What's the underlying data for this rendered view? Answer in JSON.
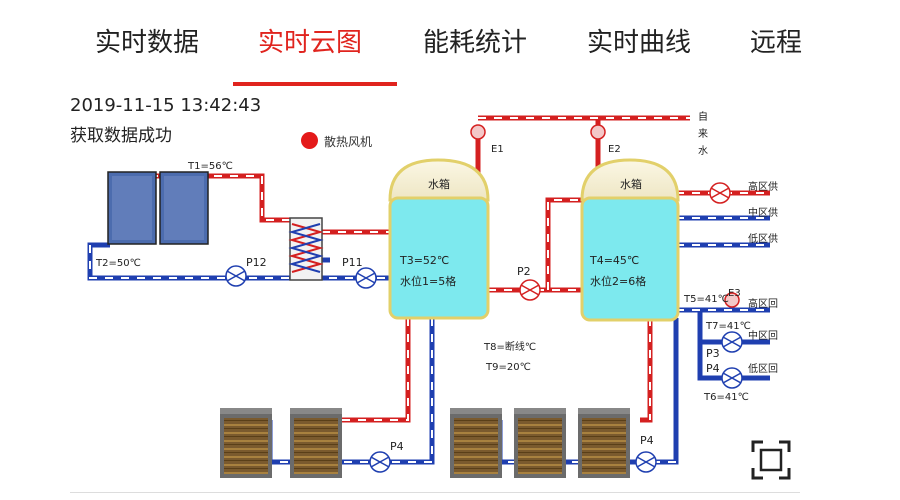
{
  "tabs": [
    {
      "label": "实时数据",
      "active": false
    },
    {
      "label": "实时云图",
      "active": true
    },
    {
      "label": "能耗统计",
      "active": false
    },
    {
      "label": "实时曲线",
      "active": false
    },
    {
      "label": "远程",
      "active": false
    }
  ],
  "status": {
    "timestamp": "2019-11-15 13:42:43",
    "message": "获取数据成功"
  },
  "legend": {
    "fan_label": "散热风机",
    "fan_color": "#e41a1a"
  },
  "colors": {
    "accent": "#e0241e",
    "hot_pipe": "#d42020",
    "cold_pipe": "#1f3fb0",
    "tank_water": "#7de9ee",
    "tank_border": "#e2d06a"
  },
  "diagram": {
    "t1": "T1=56℃",
    "t2": "T2=50℃",
    "t5": "T5=41℃",
    "t6": "T6=41℃",
    "t7": "T7=41℃",
    "t8": "T8=断线℃",
    "t9": "T9=20℃",
    "p12": "P12",
    "p11": "P11",
    "p2": "P2",
    "p3": "P3",
    "p4_a": "P4",
    "p4_b": "P4",
    "p4_c": "P4",
    "e1": "E1",
    "e2": "E2",
    "e3": "E3",
    "tank1": {
      "title": "水箱",
      "temp": "T3=52℃",
      "level": "水位1=5格"
    },
    "tank2": {
      "title": "水箱",
      "temp": "T4=45℃",
      "level": "水位2=6格"
    },
    "tap_water": [
      "自",
      "来",
      "水"
    ],
    "supply": {
      "high": "高区供",
      "mid": "中区供",
      "low": "低区供"
    },
    "return": {
      "high": "高区回",
      "mid": "中区回",
      "low": "低区回"
    }
  }
}
